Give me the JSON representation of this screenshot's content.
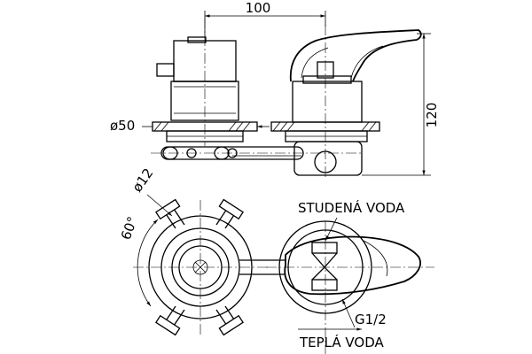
{
  "dimensions": {
    "width_top": "100",
    "height_right": "120",
    "flange_dia": "ø50",
    "spindle_dia": "ø12",
    "angle": "60°"
  },
  "labels": {
    "cold_water": "STUDENÁ VODA",
    "thread": "G1/2",
    "hot_water": "TEPLÁ VODA"
  }
}
